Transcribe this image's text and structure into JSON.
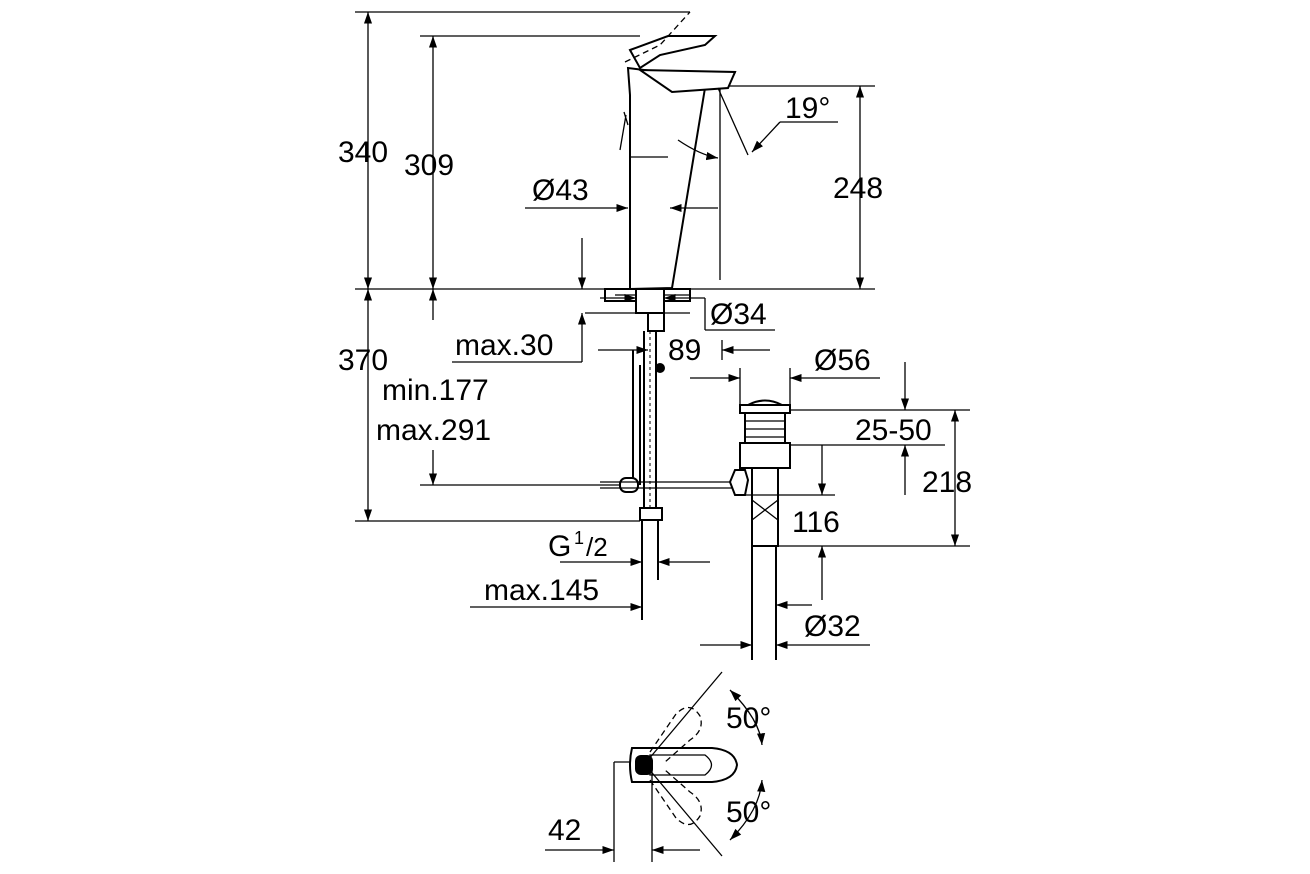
{
  "dimensions": {
    "d340": "340",
    "d309": "309",
    "d43": "Ø43",
    "d19deg": "19°",
    "d248": "248",
    "d34": "Ø34",
    "dmax30": "max.30",
    "d89": "89",
    "d370": "370",
    "dmin177": "min.177",
    "dmax291": "max.291",
    "d56": "Ø56",
    "d25_50": "25-50",
    "d218": "218",
    "d116": "116",
    "g_label": "G",
    "g_num": "1",
    "g_den": "/2",
    "dmax145": "max.145",
    "d32": "Ø32",
    "d50a": "50°",
    "d50b": "50°",
    "d42": "42"
  }
}
